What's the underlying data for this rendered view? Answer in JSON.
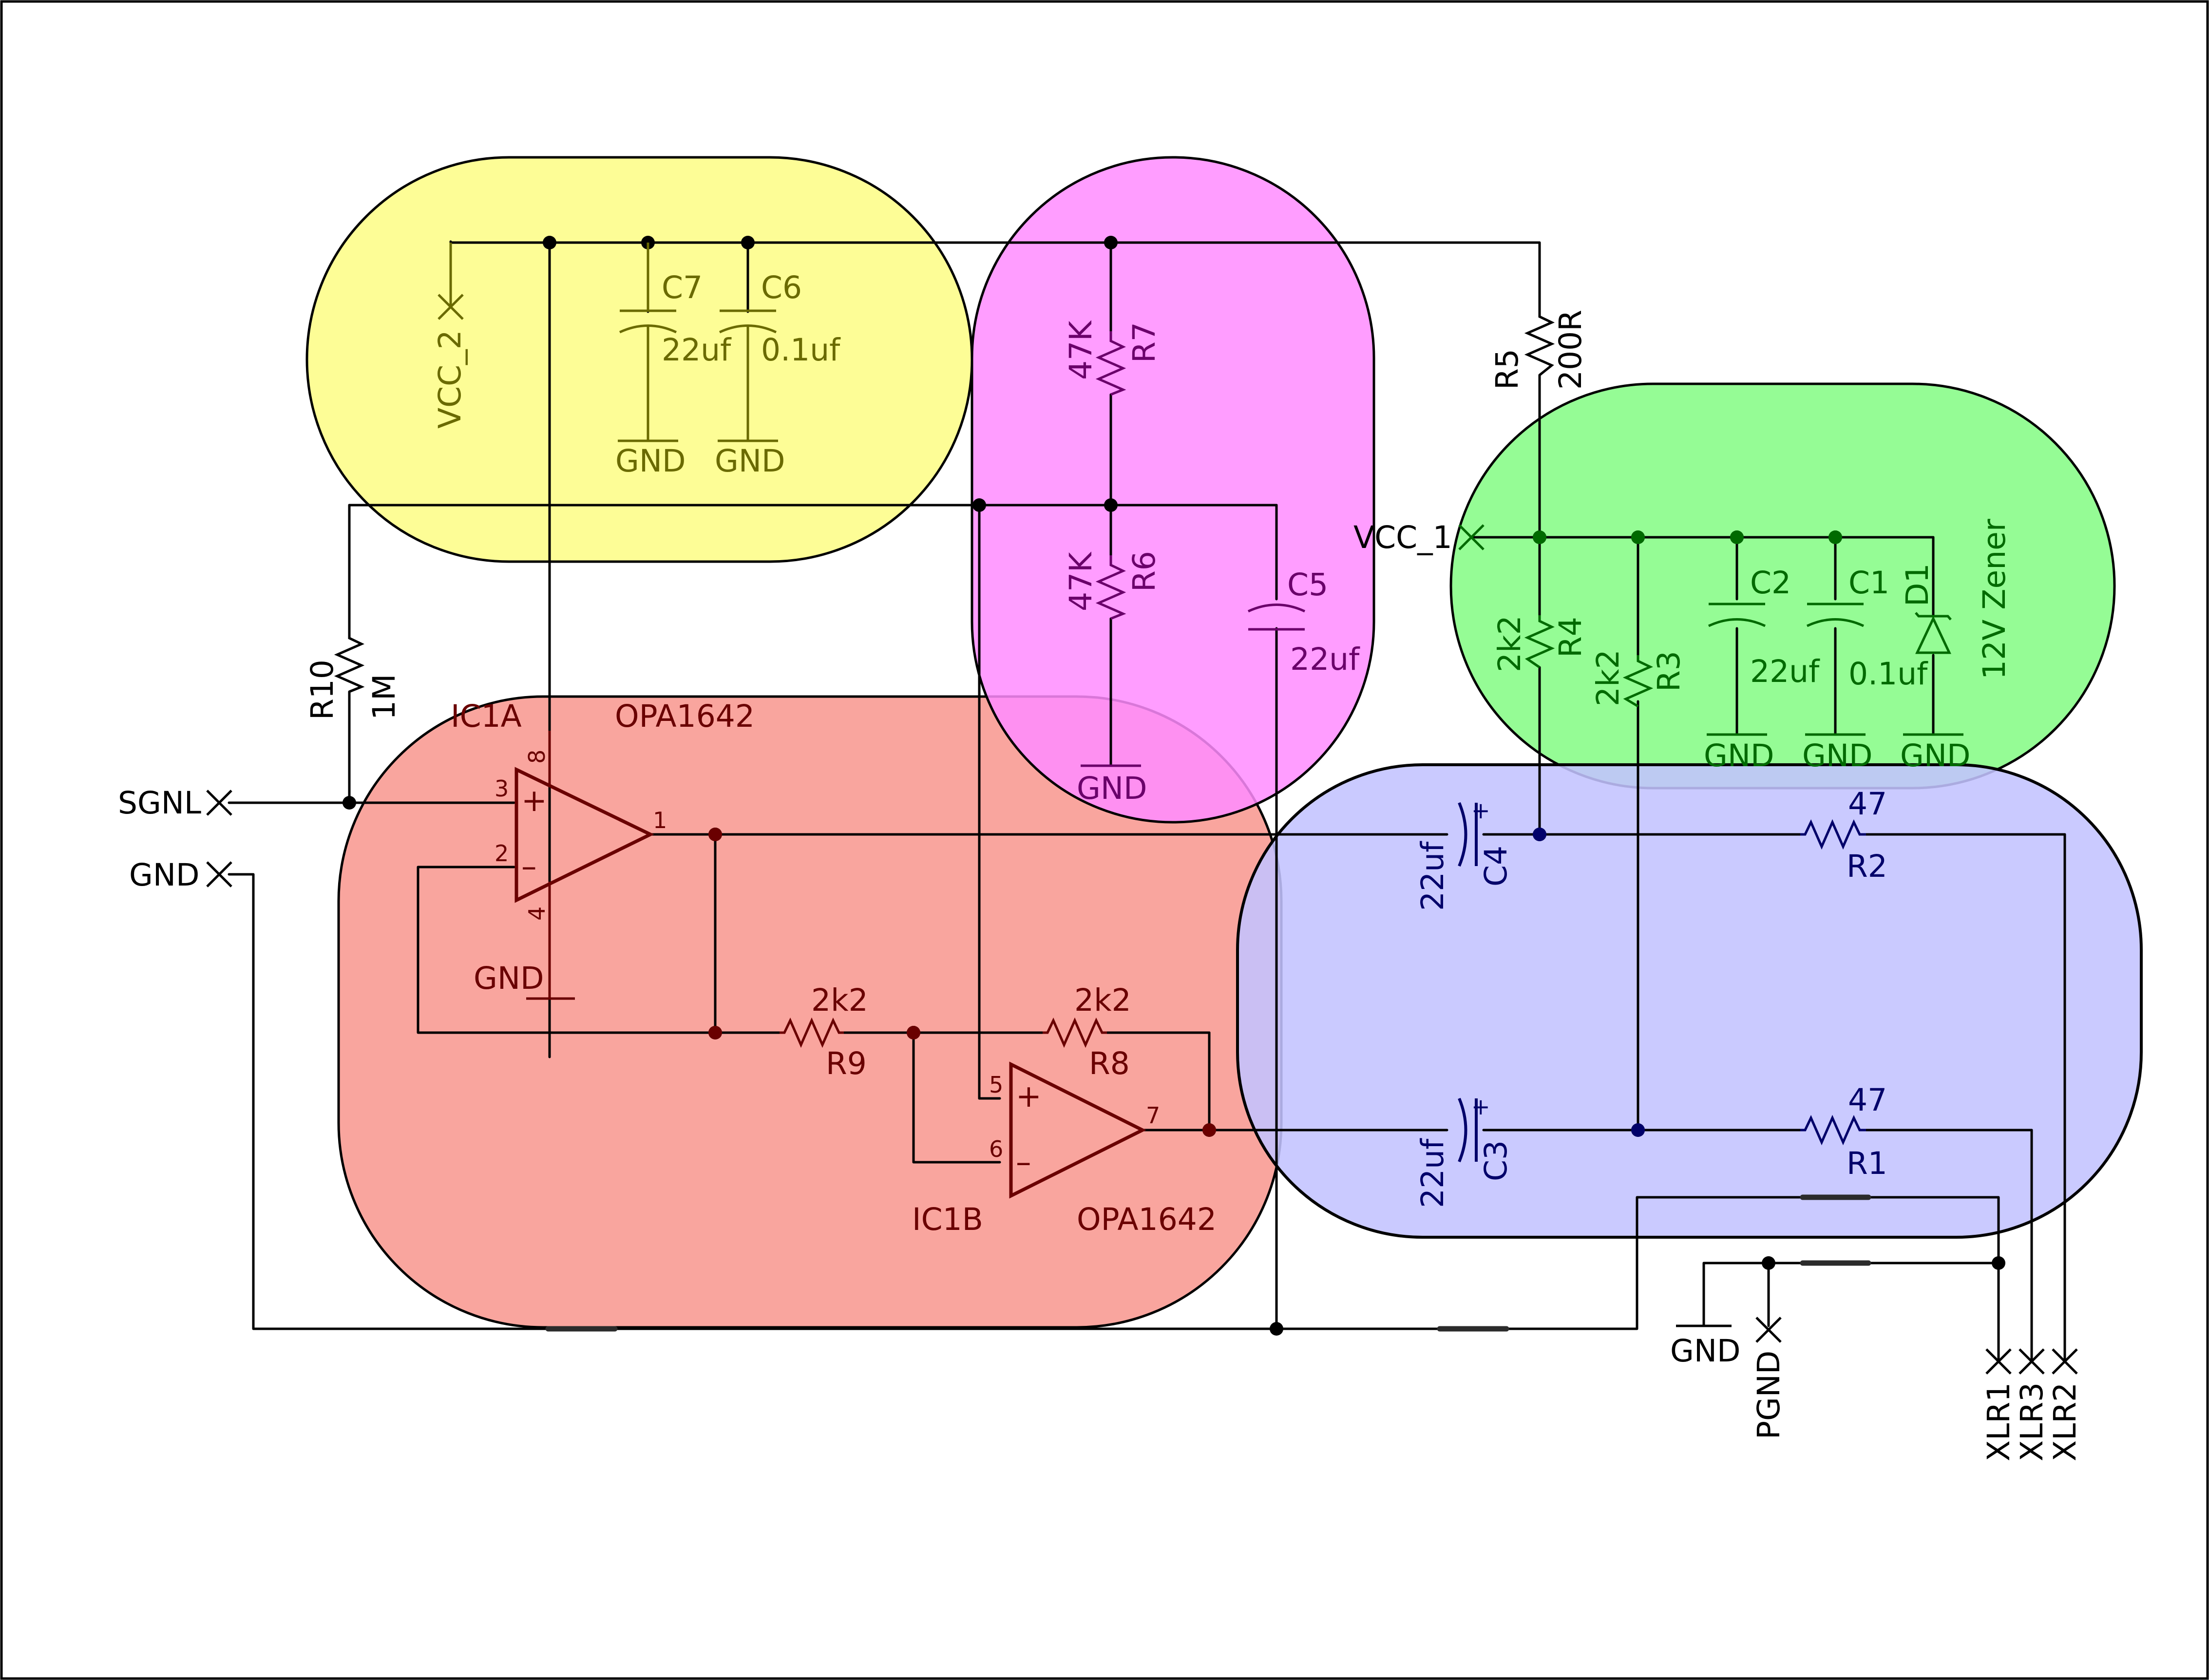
{
  "colors": {
    "wire": "#000000",
    "supply_block": "#fdfd96",
    "bias_block": "#ff8cff",
    "opamp_block": "#f88f86",
    "regulator_block": "#95fc95",
    "output_block": "#c3c3ff",
    "supply_ink": "#6a6a00",
    "bias_ink": "#6a006a",
    "opamp_ink": "#6a0000",
    "regulator_ink": "#006a00",
    "output_ink": "#00006a"
  },
  "ports": {
    "sgnl": "SGNL",
    "gnd": "GND",
    "vcc2": "VCC_2",
    "vcc1": "VCC_1",
    "pgnd": "PGND",
    "xlr1": "XLR1",
    "xlr3": "XLR3",
    "xlr2": "XLR2"
  },
  "gnd_symbols": {
    "c7": "GND",
    "c6": "GND",
    "r6": "GND",
    "ic1a": "GND",
    "c2": "GND",
    "c1": "GND",
    "d1": "GND",
    "xlr": "GND"
  },
  "parts": {
    "c7": {
      "ref": "C7",
      "value": "22uf"
    },
    "c6": {
      "ref": "C6",
      "value": "0.1uf"
    },
    "r7": {
      "ref": "R7",
      "value": "47K"
    },
    "r6": {
      "ref": "R6",
      "value": "47K"
    },
    "c5": {
      "ref": "C5",
      "value": "22uf"
    },
    "r5": {
      "ref": "R5",
      "value": "200R"
    },
    "r10": {
      "ref": "R10",
      "value": "1M"
    },
    "r4": {
      "ref": "R4",
      "value": "2k2"
    },
    "r3": {
      "ref": "R3",
      "value": "2k2"
    },
    "c2": {
      "ref": "C2",
      "value": "22uf"
    },
    "c1": {
      "ref": "C1",
      "value": "0.1uf"
    },
    "d1": {
      "ref": "D1",
      "value": "12V Zener"
    },
    "c4": {
      "ref": "C4",
      "value": "22uf"
    },
    "c3": {
      "ref": "C3",
      "value": "22uf"
    },
    "r2": {
      "ref": "R2",
      "value": "47"
    },
    "r1": {
      "ref": "R1",
      "value": "47"
    },
    "r9": {
      "ref": "R9",
      "value": "2k2"
    },
    "r8": {
      "ref": "R8",
      "value": "2k2"
    },
    "ic1a": {
      "ref": "IC1A",
      "value": "OPA1642"
    },
    "ic1b": {
      "ref": "IC1B",
      "value": "OPA1642"
    }
  },
  "pins": {
    "ic1a_plus": "3",
    "ic1a_minus": "2",
    "ic1a_out": "1",
    "ic1a_vplus": "8",
    "ic1a_vminus": "4",
    "ic1b_plus": "5",
    "ic1b_minus": "6",
    "ic1b_out": "7",
    "plus_sign": "+",
    "minus_sign": "–",
    "cap_plus": "+"
  }
}
